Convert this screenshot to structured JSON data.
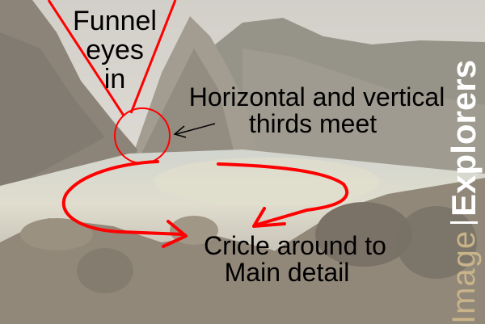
{
  "image": {
    "description": "Rocky coastal cove with sea cliffs, misty water and boulders, annotated with red composition guides",
    "overlay_color": "#ff0000"
  },
  "annotations": {
    "funnel": "Funnel eyes in",
    "funnel_lines": [
      "Funnel",
      "eyes",
      "in"
    ],
    "thirds_line1": "Horizontal and vertical",
    "thirds_line2": "thirds meet",
    "circle_line1": "Cricle around to",
    "circle_line2": "Main detail"
  },
  "watermark": {
    "word1": "Image",
    "word2": "Explorers",
    "word1_color": "#c9b48a",
    "word2_color": "#ffffff"
  }
}
